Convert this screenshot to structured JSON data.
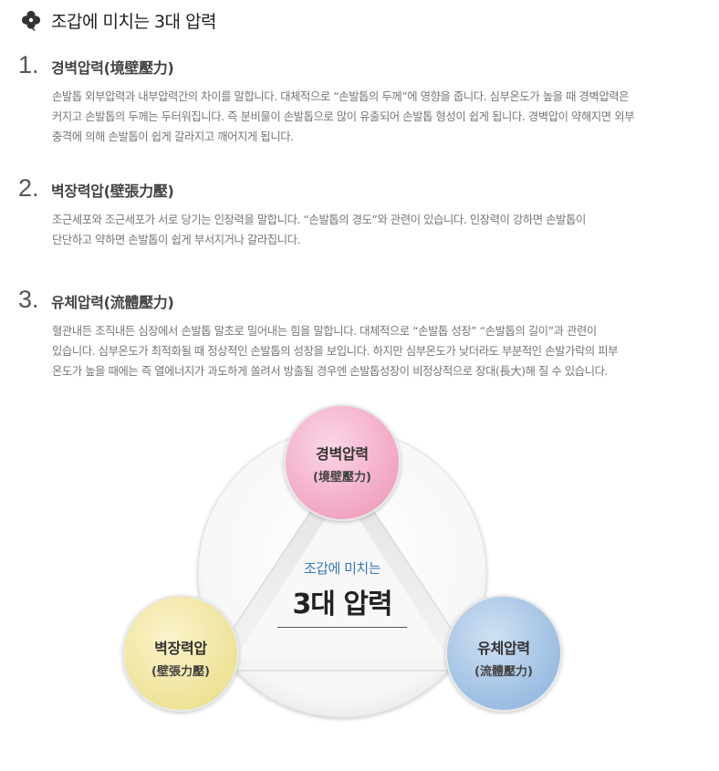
{
  "header": {
    "title": "조갑에 미치는 3대 압력"
  },
  "sections": [
    {
      "num": "1.",
      "title": "경벽압력(境壁壓力)",
      "lines": [
        "손발톱 외부압력과 내부압력간의 차이를 말합니다. 대체적으로 “손발톱의 두께”에 영향을 줍니다. 심부온도가 높을 때 경벽압력은",
        "커지고 손발톱의 두께는 두터워집니다. 즉 분비물이 손발톱으로 많이 유출되어 손발톱 형성이 쉽게 됩니다. 경벽압이 약해지면 외부",
        "충격에 의해 손발톱이 쉽게 갈라지고 깨어지게 됩니다."
      ]
    },
    {
      "num": "2.",
      "title": "벽장력압(壁張力壓)",
      "lines": [
        "조근세포와 조근세포가 서로 당기는 인장력을 말합니다. “손발톱의 경도”와 관련이 있습니다. 인장력이 강하면 손발톱이",
        "단단하고 약하면 손발톱이 쉽게 부서지거나 갈라집니다."
      ]
    },
    {
      "num": "3.",
      "title": "유체압력(流體壓力)",
      "lines": [
        "혈관내든 조직내든 심장에서 손발톱 말초로 밀어내는 힘을 말합니다. 대체적으로 “손발톱 성장” “손발톱의 길이”과 관련이",
        "있습니다. 심부온도가 최적화될 때 정상적인 손발톱의 성장을 보입니다. 하지만 심부온도가 낮더라도 부분적인 손발가락의 피부",
        "온도가 높을 때에는 즉 열에너지가 과도하게 쏠려서 방출될 경우엔 손발톱성장이 비정상적으로 장대(長大)해 질 수 있습니다."
      ]
    }
  ],
  "diagram": {
    "center_sub": "조갑에 미치는",
    "center_main": "3대 압력",
    "top": {
      "l1": "경벽압력",
      "l2": "(境壁壓力)",
      "color": "#f2a9c6"
    },
    "left": {
      "l1": "벽장력압",
      "l2": "(壁張力壓)",
      "color": "#f1e39c"
    },
    "right": {
      "l1": "유체압력",
      "l2": "(流體壓力)",
      "color": "#9fc1e4"
    }
  },
  "icons": {
    "header": "clover-icon"
  }
}
